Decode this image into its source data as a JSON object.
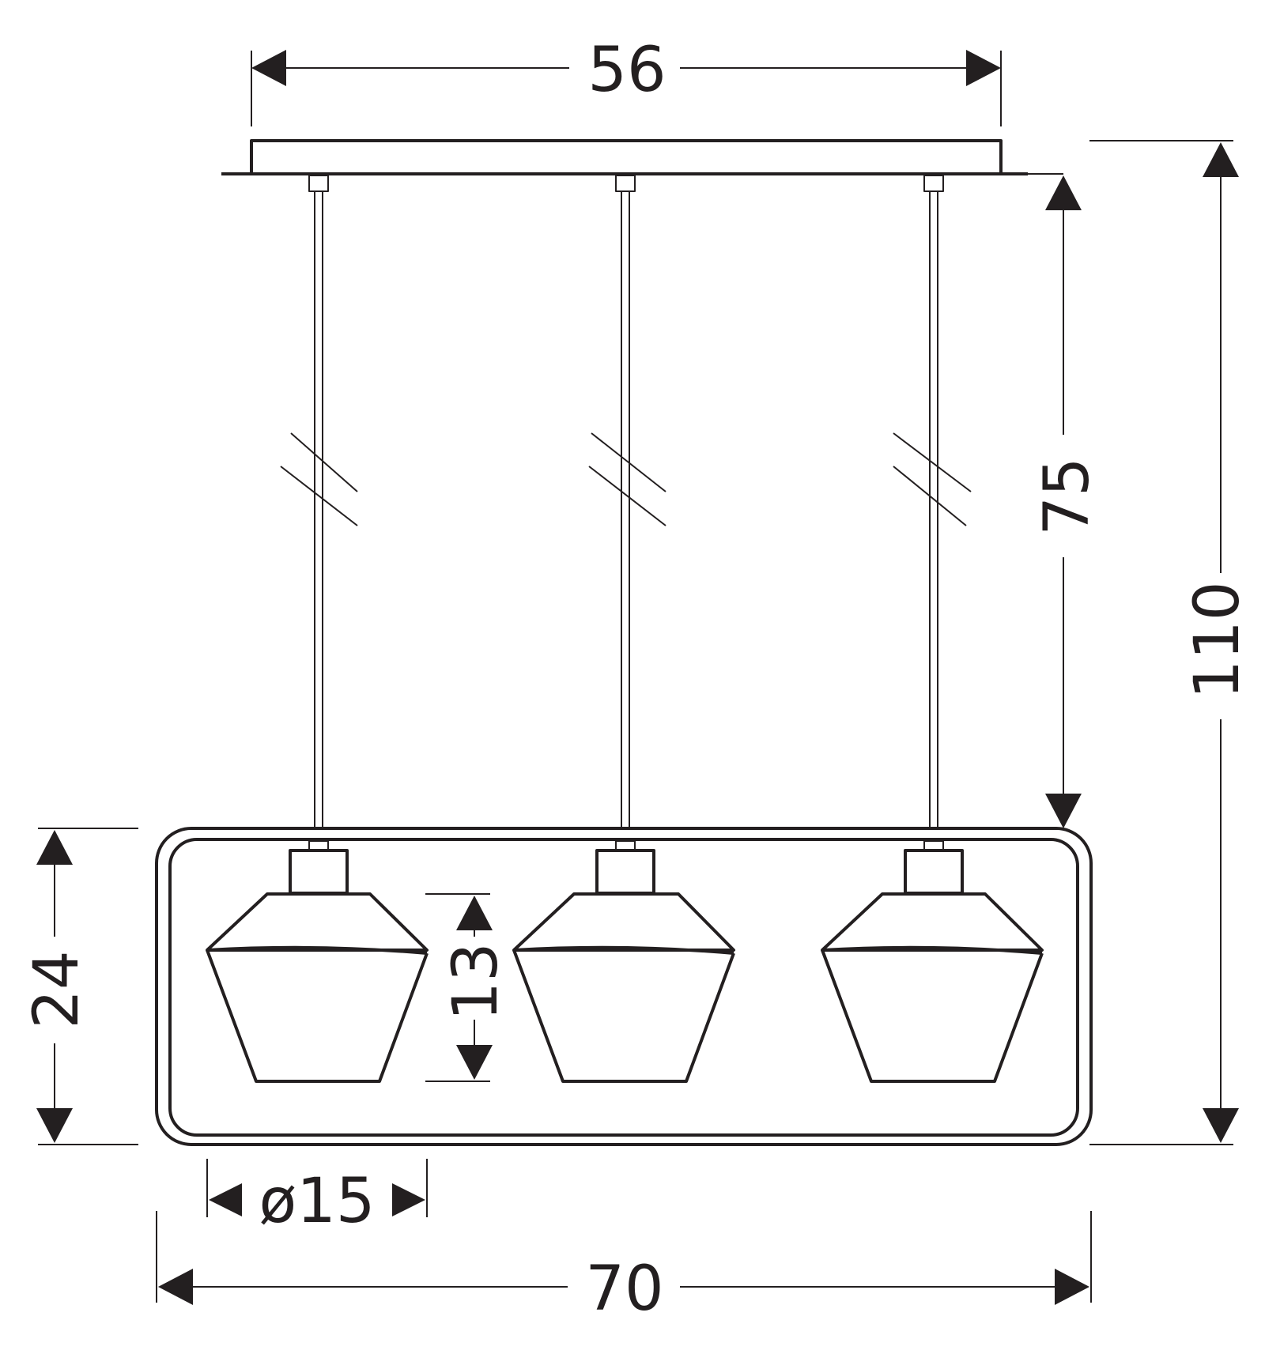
{
  "colors": {
    "line": "#231f20",
    "background": "#ffffff"
  },
  "dimensions": {
    "canopy_width": "56",
    "cable_length": "75",
    "total_height": "110",
    "frame_height": "24",
    "shade_height": "13",
    "shade_diameter": "ø15",
    "total_width": "70"
  }
}
